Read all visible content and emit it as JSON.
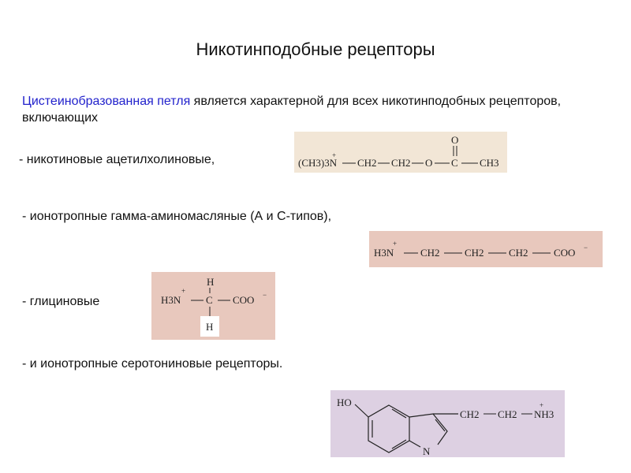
{
  "slide": {
    "title": "Никотинподобные рецепторы",
    "intro_highlight": "Цистеинобразованная петля",
    "intro_rest": " является характерной для всех никотинподобных рецепторов, включающих",
    "items": [
      "- никотиновые ацетилхолиновые,",
      "- ионотропные гамма-аминомасляные (А и С-типов),",
      "- глициновые",
      "- и ионотропные серотониновые рецепторы."
    ]
  },
  "colors": {
    "highlight": "#2222cc",
    "acetylcholine_box": "#f2e6d6",
    "gaba_box": "#e8c8bd",
    "glycine_box": "#e8c8bd",
    "serotonin_box": "#ddd0e2"
  },
  "structures": {
    "acetylcholine": {
      "n_group": "(CH3)3N",
      "plus": "+",
      "ch2_1": "CH2",
      "ch2_2": "CH2",
      "o": "O",
      "c": "C",
      "ch3": "CH3",
      "carbonyl_o": "O"
    },
    "gaba": {
      "n_group": "H3N",
      "plus": "+",
      "ch2": "CH2",
      "coo": "COO",
      "minus": "−"
    },
    "glycine": {
      "n_group": "H3N",
      "plus": "+",
      "c": "C",
      "top_h": "H",
      "bottom_h": "H",
      "coo": "COO",
      "minus": "−"
    },
    "serotonin": {
      "ho": "HO",
      "n_ring": "N",
      "ch2": "CH2",
      "nh3": "NH3",
      "plus": "+"
    }
  }
}
